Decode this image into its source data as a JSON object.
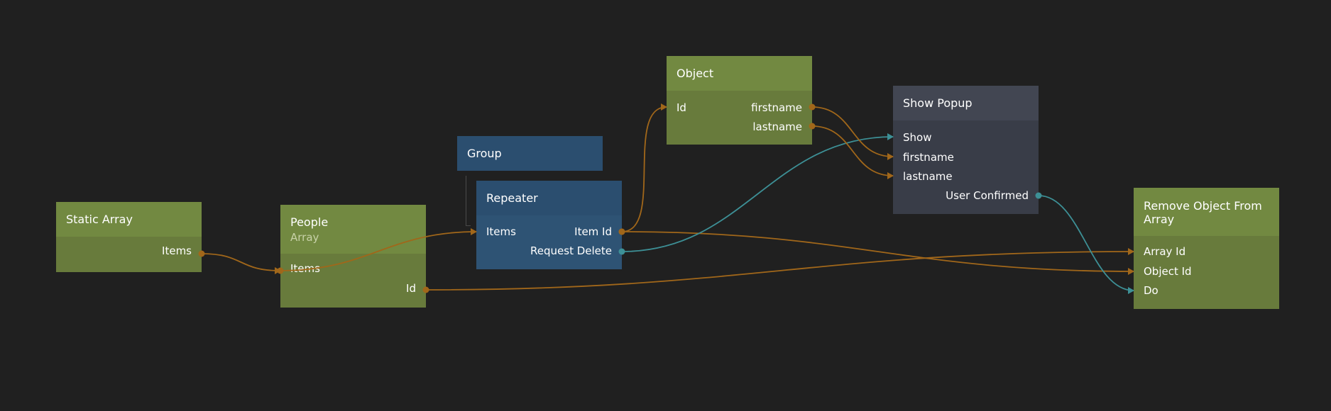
{
  "nodes": {
    "static_array": {
      "title": "Static Array",
      "outputs": [
        "Items"
      ]
    },
    "people": {
      "title": "People",
      "subtitle": "Array",
      "inputs": [
        "Items"
      ],
      "outputs": [
        "Id"
      ]
    },
    "group": {
      "title": "Group"
    },
    "repeater": {
      "title": "Repeater",
      "inputs": [
        "Items"
      ],
      "outputs": [
        "Item Id",
        "Request Delete"
      ]
    },
    "object": {
      "title": "Object",
      "inputs": [
        "Id"
      ],
      "outputs": [
        "firstname",
        "lastname"
      ]
    },
    "show_popup": {
      "title": "Show Popup",
      "inputs": [
        "Show",
        "firstname",
        "lastname"
      ],
      "outputs": [
        "User Confirmed"
      ]
    },
    "remove_object": {
      "title": "Remove Object From Array",
      "inputs": [
        "Array Id",
        "Object Id",
        "Do"
      ]
    }
  },
  "colors": {
    "background": "#202020",
    "data_wire": "#a1671a",
    "signal_wire": "#3d9096",
    "node_green_header": "#728941",
    "node_green_body": "#687b3c",
    "node_blue_header": "#2b4e6f",
    "node_blue_body": "#2e5374",
    "node_grey_header": "#424652",
    "node_grey_body": "#393d48"
  },
  "connections": [
    {
      "from": "static_array.Items",
      "to": "people.Items",
      "kind": "data"
    },
    {
      "from": "people.Items",
      "to": "repeater.Items",
      "kind": "data"
    },
    {
      "from": "people.Id",
      "to": "remove_object.Array Id",
      "kind": "data"
    },
    {
      "from": "repeater.Item Id",
      "to": "object.Id",
      "kind": "data"
    },
    {
      "from": "repeater.Item Id",
      "to": "remove_object.Object Id",
      "kind": "data"
    },
    {
      "from": "repeater.Request Delete",
      "to": "show_popup.Show",
      "kind": "signal"
    },
    {
      "from": "object.firstname",
      "to": "show_popup.firstname",
      "kind": "data"
    },
    {
      "from": "object.lastname",
      "to": "show_popup.lastname",
      "kind": "data"
    },
    {
      "from": "show_popup.User Confirmed",
      "to": "remove_object.Do",
      "kind": "signal"
    }
  ]
}
